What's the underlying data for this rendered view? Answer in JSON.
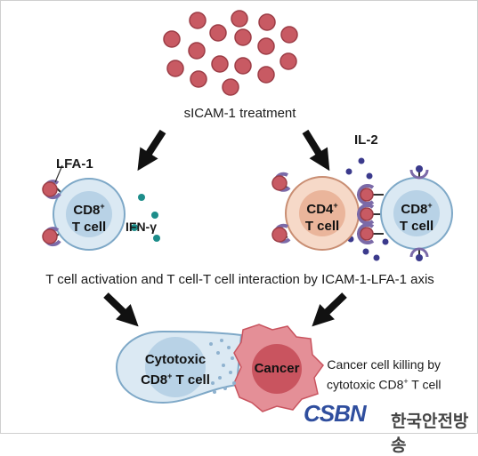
{
  "treatment_label": "sICAM-1 treatment",
  "lfa1_label": "LFA-1",
  "il2_label": "IL-2",
  "ifn_label": "IFN-γ",
  "cd8_left": {
    "name": "CD8",
    "sup": "+",
    "suffix": "T cell"
  },
  "cd4": {
    "name": "CD4",
    "sup": "+",
    "suffix": "T cell"
  },
  "cd8_right": {
    "name": "CD8",
    "sup": "+",
    "suffix": "T cell"
  },
  "axis_label": "T cell activation and T cell-T cell interaction by ICAM-1-LFA-1 axis",
  "cytotoxic": {
    "line1": "Cytotoxic",
    "name": "CD8",
    "sup": "+",
    "suffix": "T cell"
  },
  "cancer_label": "Cancer",
  "killing": {
    "line1": "Cancer cell killing by",
    "line2a": "cytotoxic CD8",
    "sup": "+",
    "line2b": " T cell"
  },
  "watermark": {
    "logo": "CSBN",
    "text": "한국안전방송"
  },
  "colors": {
    "sicam": "#c85a63",
    "cd8_fill": "#dbe9f3",
    "cd8_core": "#b8d2e6",
    "cd4_fill": "#f6d9c8",
    "cd4_core": "#eab59b",
    "cancer": "#e48f97",
    "cancer_core": "#c9545f",
    "ifn_dot": "#1d8d8a",
    "il2_dot": "#3b3a8c",
    "receptor": "#7b6aa8"
  }
}
